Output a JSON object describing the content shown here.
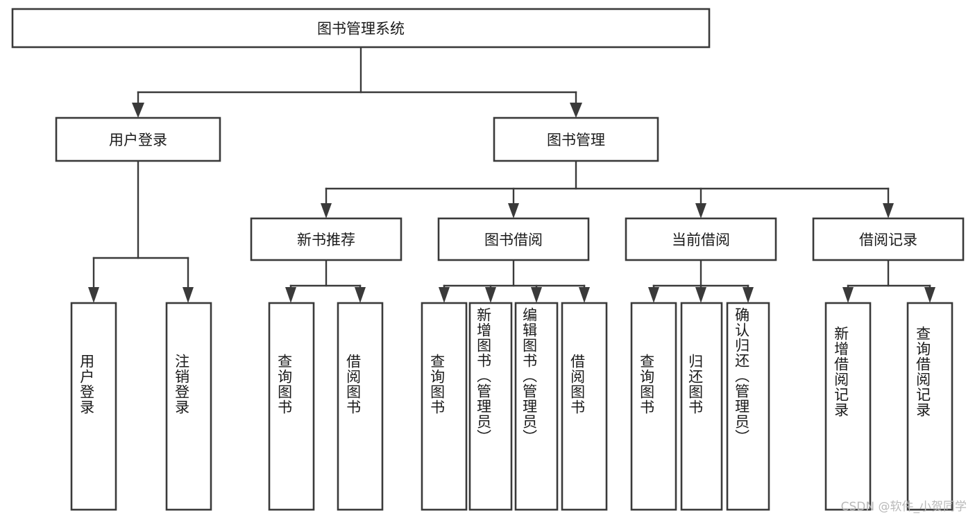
{
  "diagram": {
    "title": "图书管理系统",
    "watermark": "CSDN @软件_小贺同学",
    "type": "tree",
    "colors": {
      "box_stroke": "#3a3a3a",
      "box_fill": "#ffffff",
      "text": "#1a1a1a",
      "background": "#ffffff",
      "watermark": "#b9b9b9"
    },
    "root": {
      "label": "图书管理系统"
    },
    "level2": [
      {
        "label": "用户登录"
      },
      {
        "label": "图书管理"
      }
    ],
    "level3": [
      {
        "label": "新书推荐"
      },
      {
        "label": "图书借阅"
      },
      {
        "label": "当前借阅"
      },
      {
        "label": "借阅记录"
      }
    ],
    "leaves": {
      "user_login": [
        {
          "label": "用户登录"
        },
        {
          "label": "注销登录"
        }
      ],
      "new_book_recommend": [
        {
          "label": "查询图书"
        },
        {
          "label": "借阅图书"
        }
      ],
      "book_borrow": [
        {
          "label": "查询图书"
        },
        {
          "label": "新增图书（管理员）"
        },
        {
          "label": "编辑图书（管理员）"
        },
        {
          "label": "借阅图书"
        }
      ],
      "current_borrow": [
        {
          "label": "查询图书"
        },
        {
          "label": "归还图书"
        },
        {
          "label": "确认归还（管理员）"
        }
      ],
      "borrow_record": [
        {
          "label": "新增借阅记录"
        },
        {
          "label": "查询借阅记录"
        }
      ]
    }
  }
}
